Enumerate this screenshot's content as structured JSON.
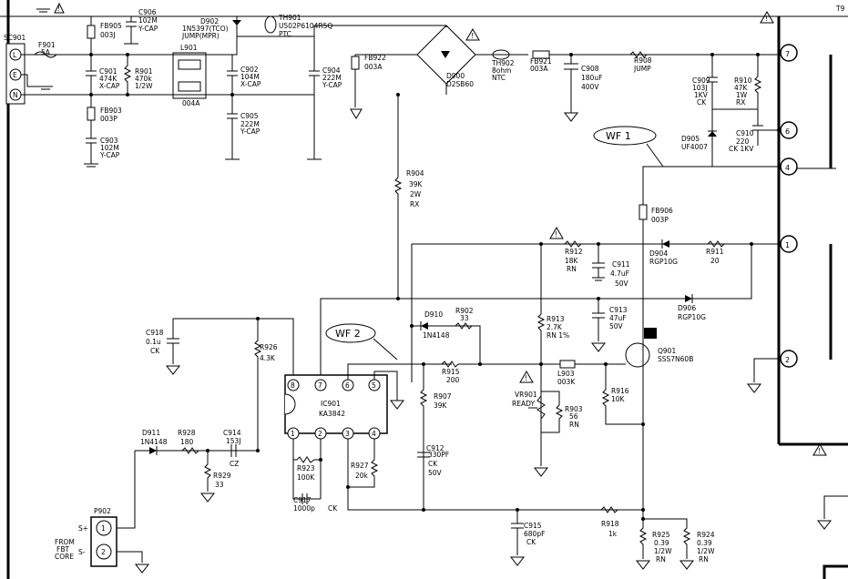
{
  "page_corner": "T9",
  "wf1": "WF 1",
  "wf2": "WF 2",
  "sc901": "SC901",
  "sc901_pins": [
    "L",
    "E",
    "N"
  ],
  "f901": {
    "ref": "F901",
    "val": "5A"
  },
  "fb905": {
    "ref": "FB905",
    "val": "003J"
  },
  "c906": {
    "ref": "C906",
    "v1": "102M",
    "v2": "Y-CAP"
  },
  "d902": {
    "ref": "D902",
    "v1": "1N5397(TCO)",
    "v2": "JUMP(MPR)"
  },
  "th901": {
    "ref": "TH901",
    "v1": "U502P6104R5Q",
    "v2": "PTC"
  },
  "c901": {
    "ref": "C901",
    "v1": "474K",
    "v2": "X-CAP"
  },
  "r901": {
    "ref": "R901",
    "v1": "470k",
    "v2": "1/2W"
  },
  "l901": {
    "ref": "L901",
    "v1": "004A"
  },
  "c902": {
    "ref": "C902",
    "v1": "104M",
    "v2": "X-CAP"
  },
  "c904": {
    "ref": "C904",
    "v1": "222M",
    "v2": "Y-CAP"
  },
  "fb922": {
    "ref": "FB922",
    "v1": "003A"
  },
  "d900": {
    "ref": "D900",
    "v1": "D2SB60"
  },
  "th902": {
    "ref": "TH902",
    "v1": "8ohm",
    "v2": "NTC"
  },
  "fb921": {
    "ref": "FB921",
    "v1": "003A"
  },
  "c908": {
    "ref": "C908",
    "v1": "180uF",
    "v2": "400V"
  },
  "r908": {
    "ref": "R908",
    "v1": "JUMP"
  },
  "c909": {
    "ref": "C909",
    "v1": "103J",
    "v2": "1KV",
    "v3": "CK"
  },
  "r910": {
    "ref": "R910",
    "v1": "47K",
    "v2": "1W",
    "v3": "RX"
  },
  "fb903": {
    "ref": "FB903",
    "v1": "003P"
  },
  "c905": {
    "ref": "C905",
    "v1": "222M",
    "v2": "Y-CAP"
  },
  "c903": {
    "ref": "C903",
    "v1": "102M",
    "v2": "Y-CAP"
  },
  "d905": {
    "ref": "D905",
    "v1": "UF4007"
  },
  "c910": {
    "ref": "C910",
    "v1": "220",
    "v2": "CK 1KV"
  },
  "r904": {
    "ref": "R904",
    "v1": "39K",
    "v2": "2W",
    "v3": "RX"
  },
  "fb906": {
    "ref": "FB906",
    "v1": "003P"
  },
  "r912": {
    "ref": "R912",
    "v1": "18K",
    "v2": "RN"
  },
  "c911": {
    "ref": "C911",
    "v1": "4.7uF",
    "v2": "50V"
  },
  "d904": {
    "ref": "D904",
    "v1": "RGP10G"
  },
  "r911": {
    "ref": "R911",
    "v1": "20"
  },
  "d906": {
    "ref": "D906",
    "v1": "RGP10G"
  },
  "c918": {
    "ref": "C918",
    "v1": "0.1u",
    "v2": "CK"
  },
  "d910": {
    "ref": "D910",
    "v1": "1N4148"
  },
  "r902": {
    "ref": "R902",
    "v1": "33"
  },
  "r913": {
    "ref": "R913",
    "v1": "2.7K",
    "v2": "RN 1%"
  },
  "c913": {
    "ref": "C913",
    "v1": "47uF",
    "v2": "50V"
  },
  "q901": {
    "ref": "Q901",
    "v1": "SSS7N60B"
  },
  "r926": {
    "ref": "R926",
    "v1": "4.3K"
  },
  "ic901": {
    "ref": "IC901",
    "v1": "KA3842"
  },
  "r915": {
    "ref": "R915",
    "v1": "200"
  },
  "l903": {
    "ref": "L903",
    "v1": "003K"
  },
  "vr901": {
    "ref": "VR901",
    "v1": "READY"
  },
  "r903": {
    "ref": "R903",
    "v1": "56",
    "v2": "RN"
  },
  "r916": {
    "ref": "R916",
    "v1": "10K"
  },
  "r907": {
    "ref": "R907",
    "v1": "39K"
  },
  "d911": {
    "ref": "D911",
    "v1": "1N4148"
  },
  "r928": {
    "ref": "R928",
    "v1": "180"
  },
  "c914": {
    "ref": "C914",
    "v1": "153J",
    "v2": "CZ"
  },
  "r929": {
    "ref": "R929",
    "v1": "33"
  },
  "r923": {
    "ref": "R923",
    "v1": "100K"
  },
  "r927": {
    "ref": "R927",
    "v1": "20k"
  },
  "c912": {
    "ref": "C912",
    "v1": "330PF",
    "v2": "CK",
    "v3": "50V"
  },
  "c917": {
    "ref": "C917",
    "v1": "1000p",
    "v2": "CK"
  },
  "c915": {
    "ref": "C915",
    "v1": "680pF",
    "v2": "CK"
  },
  "r918": {
    "ref": "R918",
    "v1": "1k"
  },
  "r925": {
    "ref": "R925",
    "v1": "0.39",
    "v2": "1/2W",
    "v3": "RN"
  },
  "r924": {
    "ref": "R924",
    "v1": "0.39",
    "v2": "1/2W",
    "v3": "RN"
  },
  "p902": {
    "ref": "P902",
    "s_plus": "S+",
    "s_minus": "S-",
    "l1": "FROM",
    "l2": "FBT",
    "l3": "CORE"
  },
  "ic_pins": [
    "8",
    "7",
    "6",
    "5",
    "1",
    "2",
    "3",
    "4"
  ],
  "transformer_pins": [
    "7",
    "6",
    "4",
    "1",
    "2"
  ]
}
